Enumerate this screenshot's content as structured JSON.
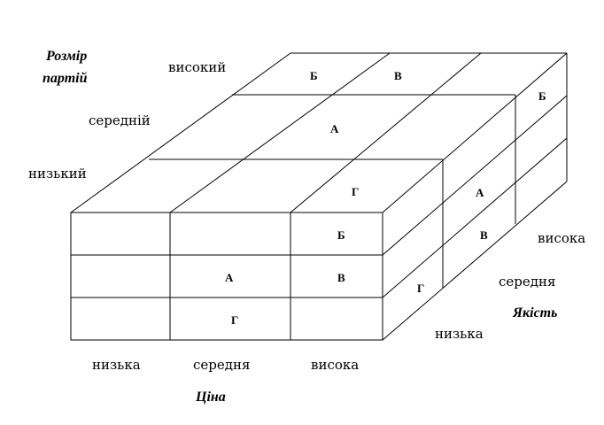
{
  "axes": {
    "batch_size": {
      "title_line1": "Розмір",
      "title_line2": "партій",
      "levels": {
        "high": "високий",
        "medium": "середній",
        "low": "низький"
      }
    },
    "price": {
      "title": "Ціна",
      "levels": {
        "low": "низька",
        "medium": "середня",
        "high": "висока"
      }
    },
    "quality": {
      "title": "Якість",
      "levels": {
        "high": "висока",
        "medium": "середня",
        "low": "низька"
      }
    }
  },
  "cells": {
    "top_b": "Б",
    "top_v": "В",
    "top_a": "А",
    "top_g": "Г",
    "front_b": "Б",
    "front_a": "А",
    "front_v": "В",
    "front_g": "Г",
    "side_b": "Б",
    "side_a": "А",
    "side_v": "В",
    "side_g": "Г"
  }
}
